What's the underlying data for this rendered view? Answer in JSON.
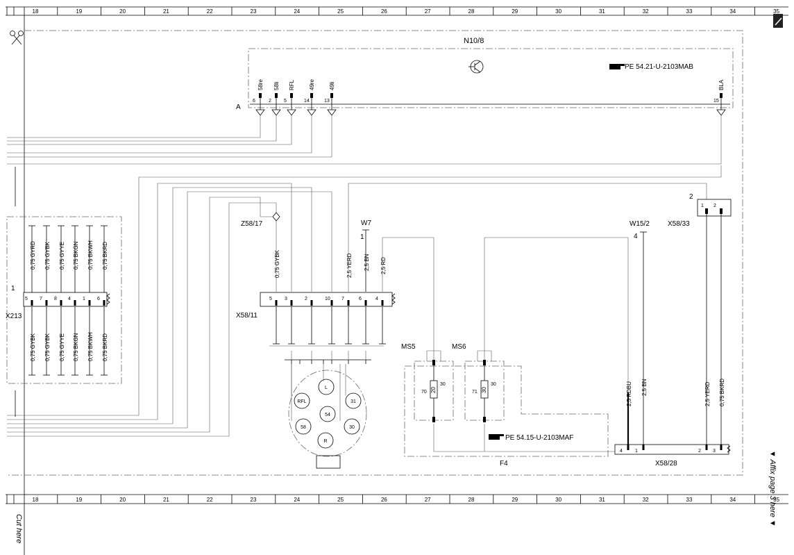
{
  "grid": {
    "columns": [
      "18",
      "19",
      "20",
      "21",
      "22",
      "23",
      "24",
      "25",
      "26",
      "27",
      "28",
      "29",
      "30",
      "31",
      "32",
      "33",
      "34",
      "35"
    ]
  },
  "margin": {
    "cut_here": "Cut here",
    "affix_page": "▼ Affix page 3 here ▼"
  },
  "components": {
    "n10_8": "N10/8",
    "conn_a": "A",
    "pe_ref_top": "PE 54.21-U-2103MAB",
    "pins_a": [
      "6",
      "2",
      "5",
      "14",
      "13",
      "15"
    ],
    "pin_labels_a": [
      "58re",
      "58li",
      "RFL",
      "49re",
      "49li",
      "BLA"
    ],
    "z58_17": "Z58/17",
    "w7": "W7",
    "w7_pin": "1",
    "w15_2": "W15/2",
    "w15_2_pin": "4",
    "x58_33": "X58/33",
    "x58_33_num": "2",
    "x58_33_pins": [
      "1",
      "2"
    ],
    "x58_11": "X58/11",
    "x58_11_pins": [
      "5",
      "3",
      "2",
      "10",
      "7",
      "6",
      "4"
    ],
    "x213": "X213",
    "x213_num": "1",
    "x213_pins": [
      "5",
      "7",
      "8",
      "4",
      "1",
      "6"
    ],
    "ms5": "MS5",
    "ms6": "MS6",
    "ms5_val": "70",
    "ms6_val": "71",
    "ms5_pin": "30",
    "ms6_pin": "30",
    "ms5_fuse": "20",
    "ms6_fuse": "30",
    "f4": "F4",
    "pe_ref_bottom": "PE 54.15-U-2103MAF",
    "x58_28": "X58/28",
    "x58_28_pins": [
      "4",
      "1",
      "2",
      "3"
    ]
  },
  "wires": {
    "x213_upper": [
      "0,75 GYRD",
      "0,75 GYBK",
      "0,75 GYYE",
      "0,75 BKGN",
      "0,75 BKWH",
      "0,75 BKRD"
    ],
    "x213_lower": [
      "0,75 GYBK",
      "0,75 GYBK",
      "0,75 GYYE",
      "0,75 BKGN",
      "0,75 BKWH",
      "0,75 BKRD"
    ],
    "x58_11": [
      "0,75 GYBK",
      "2,5 YERD",
      "2,5 BN",
      "2,5 RD"
    ],
    "x58_28": [
      "2,5 RDBU",
      "2,5 BN",
      "2,5 YERD",
      "0,75 BKRD"
    ]
  },
  "socket": {
    "pins": [
      "L",
      "RFL",
      "31",
      "54",
      "58",
      "30",
      "R"
    ]
  }
}
